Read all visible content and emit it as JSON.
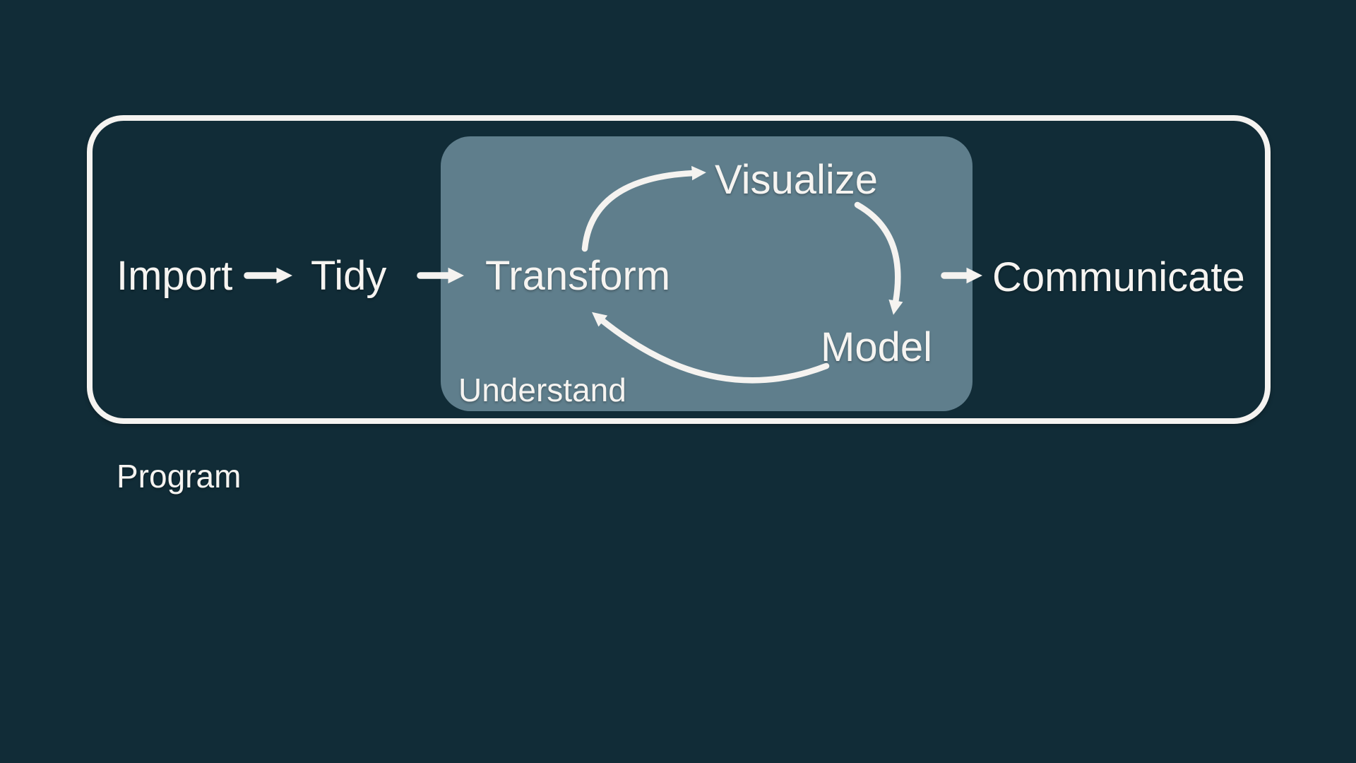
{
  "diagram": {
    "kind": "data-science-workflow",
    "nodes": {
      "import": "Import",
      "tidy": "Tidy",
      "transform": "Transform",
      "visualize": "Visualize",
      "model": "Model",
      "communicate": "Communicate"
    },
    "groups": {
      "understand": "Understand",
      "program": "Program"
    },
    "colors": {
      "background": "#112c37",
      "understand_box": "#5f7e8c",
      "outline": "#f5f3f0",
      "text": "#f6f4f1"
    }
  }
}
